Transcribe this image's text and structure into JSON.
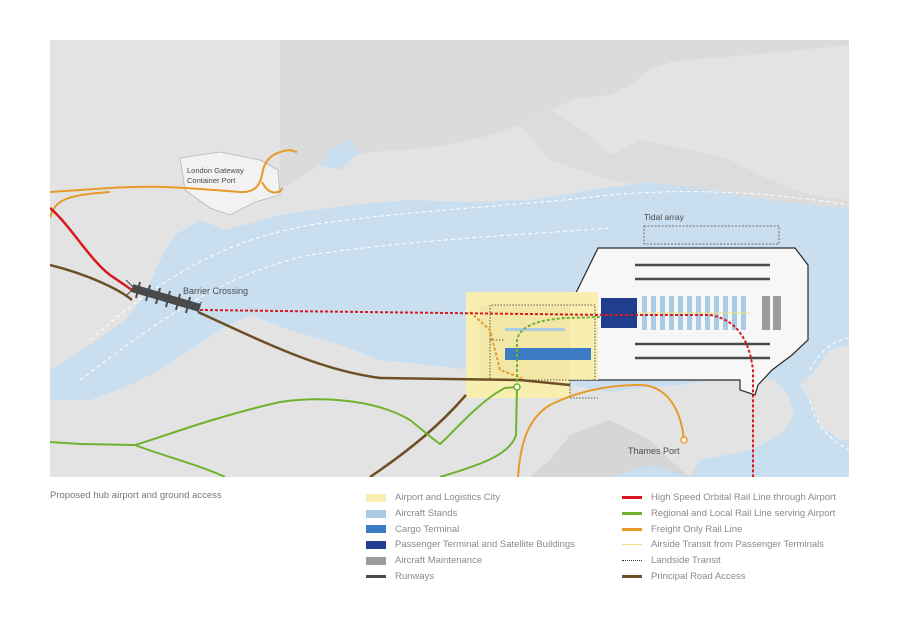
{
  "map": {
    "labels": {
      "container_port": [
        "London Gateway",
        "Container Port"
      ],
      "tidal_array": "Tidal array",
      "barrier_crossing": "Barrier Crossing",
      "thames_port": "Thames Port"
    },
    "colors": {
      "land": "#e3e3e3",
      "water": "#c9dff0",
      "airport_city": "#f7eeb0",
      "aircraft_stands": "#a9cbe4",
      "cargo_terminal": "#3c7cc2",
      "passenger_terminal": "#1f3f8e",
      "maintenance": "#9c9c9c",
      "runways": "#4a4a4a",
      "high_speed_rail": "#d7191f",
      "regional_rail": "#6fb22f",
      "freight_rail": "#e69a2a",
      "road": "#6d4f25"
    }
  },
  "caption": "Proposed hub airport and ground access",
  "legend_areas": [
    {
      "label": "Airport and Logistics City",
      "color": "#f7eeb0",
      "kind": "fill"
    },
    {
      "label": "Aircraft Stands",
      "color": "#a9cbe4",
      "kind": "fill"
    },
    {
      "label": "Cargo Terminal",
      "color": "#3c7cc2",
      "kind": "fill"
    },
    {
      "label": "Passenger Terminal and Satellite Buildings",
      "color": "#1f3f8e",
      "kind": "fill"
    },
    {
      "label": "Aircraft Maintenance",
      "color": "#9c9c9c",
      "kind": "fill"
    },
    {
      "label": "Runways",
      "color": "#4a4a4a",
      "kind": "line"
    }
  ],
  "legend_lines": [
    {
      "label": "High Speed Orbital Rail Line through Airport",
      "color": "#d7191f",
      "kind": "line"
    },
    {
      "label": "Regional and Local Rail Line serving Airport",
      "color": "#6fb22f",
      "kind": "line"
    },
    {
      "label": "Freight Only Rail Line",
      "color": "#e69a2a",
      "kind": "line"
    },
    {
      "label": "Airside Transit from Passenger Terminals",
      "color": "#f2e27a",
      "kind": "thin"
    },
    {
      "label": "Landside Transit",
      "color": "#333333",
      "kind": "dotted"
    },
    {
      "label": "Principal Road Access",
      "color": "#6d4f25",
      "kind": "line"
    }
  ]
}
